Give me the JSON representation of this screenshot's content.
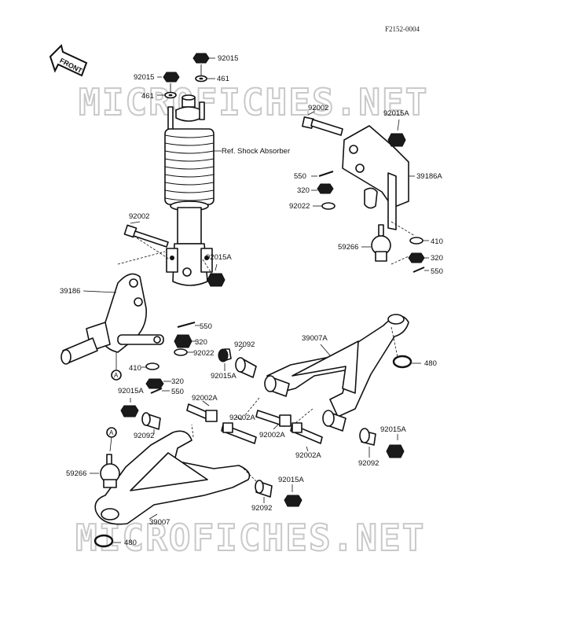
{
  "diagram_code": "F2152-0004",
  "front_label": "FRONT",
  "watermark_top": "MICROFICHES.NET",
  "watermark_bottom": "MICROFICHES.NET",
  "ref_marker": "A",
  "labels": {
    "n92015_top": "92015",
    "n92015_left": "92015",
    "n461_right": "461",
    "n461_left": "461",
    "ref_shock": "Ref. Shock Absorber",
    "n92002_top": "92002",
    "n92015A_top": "92015A",
    "n550_right": "550",
    "n39186A": "39186A",
    "n320_right": "320",
    "n92022_right": "92022",
    "n92002_mid": "92002",
    "n92015A_mid": "92015A",
    "n410_right": "410",
    "n59266_right": "59266",
    "n320_right2": "320",
    "n550_right2": "550",
    "n39186": "39186",
    "n550_left": "550",
    "n320_left": "320",
    "n92022_left": "92022",
    "n92092_a": "92092",
    "n39007A": "39007A",
    "n410_left": "410",
    "n92015A_b": "92015A",
    "n320_left2": "320",
    "n480_right": "480",
    "n92015A_c": "92015A",
    "n550_left2": "550",
    "n92002A_a": "92002A",
    "n92002A_b": "92002A",
    "n92092_b": "92092",
    "n92002A_c": "92002A",
    "n92015A_d": "92015A",
    "n92002A_d": "92002A",
    "n59266_left": "59266",
    "n92092_c": "92092",
    "n92015A_e": "92015A",
    "n92092_d": "92092",
    "n39007": "39007",
    "n480_left": "480"
  }
}
